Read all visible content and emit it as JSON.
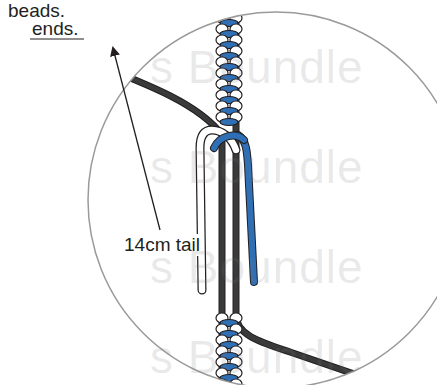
{
  "diagram": {
    "labels": [
      "beads.",
      "ends.",
      "14cm tail",
      "s Boundle",
      "s Boundle",
      "s Boundle",
      "s Boundle"
    ]
  }
}
